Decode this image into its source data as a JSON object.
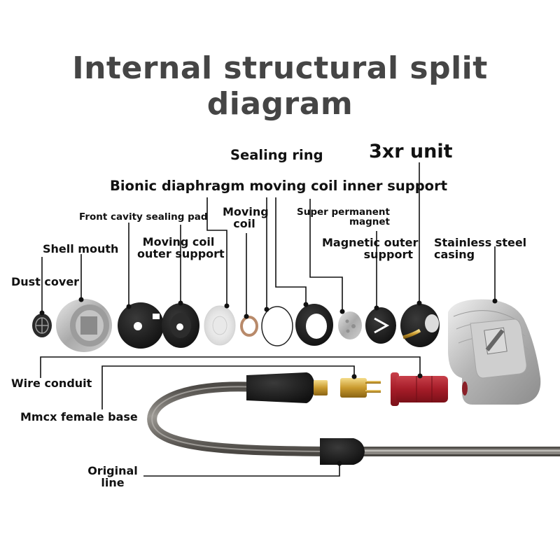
{
  "title": "Internal structural split diagram",
  "labels": {
    "sealing_ring": "Sealing ring",
    "unit_3xr": "3xr unit",
    "bionic_inner_support": "Bionic diaphragm moving coil inner support",
    "front_cavity_pad": "Front cavity sealing pad",
    "moving_coil_l1": "Moving",
    "moving_coil_l2": "coil",
    "super_magnet_l1": "Super permanent",
    "super_magnet_l2": "magnet",
    "shell_mouth": "Shell mouth",
    "coil_outer_l1": "Moving coil",
    "coil_outer_l2": "outer support",
    "magnetic_outer_l1": "Magnetic outer",
    "magnetic_outer_l2": "support",
    "stainless_l1": "Stainless steel",
    "stainless_l2": "casing",
    "dust_cover": "Dust cover",
    "wire_conduit": "Wire conduit",
    "mmcx_base": "Mmcx female base",
    "original_l1": "Original",
    "original_l2": "line"
  },
  "components_order": [
    "Dust cover",
    "Shell mouth",
    "Front cavity sealing pad",
    "Moving coil outer support",
    "Bionic diaphragm",
    "Moving coil",
    "Sealing ring",
    "Moving coil inner support",
    "Super permanent magnet",
    "Magnetic outer support",
    "3xr unit",
    "Stainless steel casing"
  ],
  "colors": {
    "title": "#454545",
    "label": "#111111",
    "leader": "#111111",
    "mmcx_red": "#b0202c",
    "gold": "#c9a13a",
    "casing": "#b9b9b9",
    "cable": "#6f6b66"
  }
}
